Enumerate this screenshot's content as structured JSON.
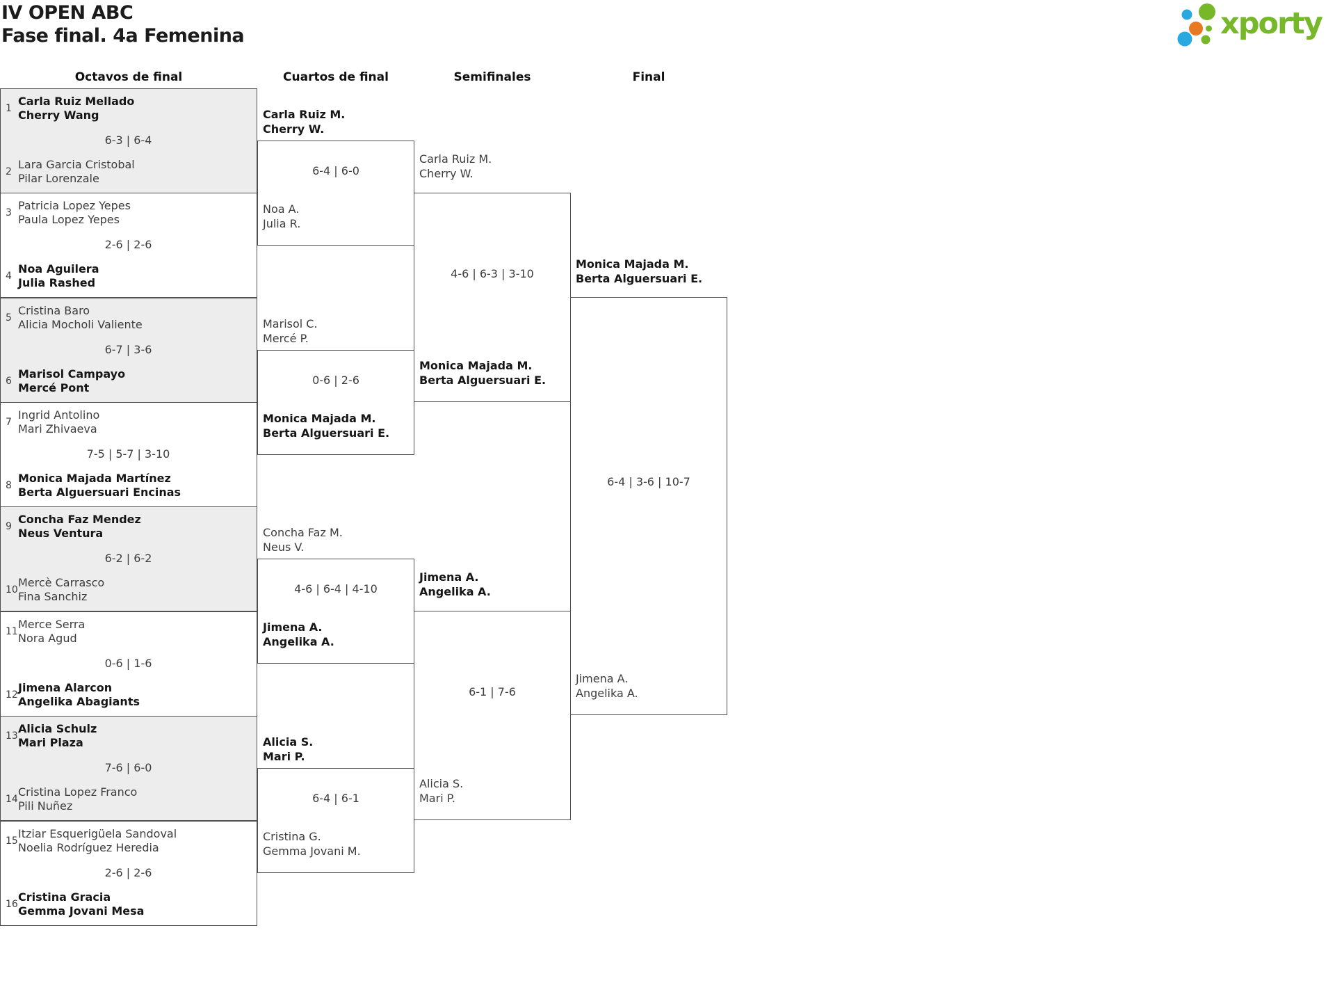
{
  "header": {
    "title": "IV OPEN ABC",
    "subtitle": "Fase final. 4a Femenina"
  },
  "logo": {
    "text": "xporty",
    "green": "#76b82a",
    "blue": "#2aa9e0",
    "orange": "#e87821"
  },
  "rounds": {
    "octavos": "Octavos de final",
    "cuartos": "Cuartos de final",
    "semis": "Semifinales",
    "final": "Final"
  },
  "octavos": [
    {
      "top": {
        "seed": "1",
        "players": [
          "Carla Ruiz Mellado",
          "Cherry Wang"
        ],
        "winner": true
      },
      "score": "6-3 | 6-4",
      "bottom": {
        "seed": "2",
        "players": [
          "Lara Garcia Cristobal",
          "Pilar Lorenzale"
        ],
        "winner": false
      }
    },
    {
      "top": {
        "seed": "3",
        "players": [
          "Patricia Lopez Yepes",
          "Paula Lopez Yepes"
        ],
        "winner": false
      },
      "score": "2-6 | 2-6",
      "bottom": {
        "seed": "4",
        "players": [
          "Noa Aguilera",
          "Julia Rashed"
        ],
        "winner": true
      }
    },
    {
      "top": {
        "seed": "5",
        "players": [
          "Cristina Baro",
          "Alicia Mocholi Valiente"
        ],
        "winner": false
      },
      "score": "6-7 | 3-6",
      "bottom": {
        "seed": "6",
        "players": [
          "Marisol Campayo",
          "Mercé Pont"
        ],
        "winner": true
      }
    },
    {
      "top": {
        "seed": "7",
        "players": [
          "Ingrid Antolino",
          "Mari Zhivaeva"
        ],
        "winner": false
      },
      "score": "7-5 | 5-7 | 3-10",
      "bottom": {
        "seed": "8",
        "players": [
          "Monica Majada Martínez",
          "Berta Alguersuari Encinas"
        ],
        "winner": true
      }
    },
    {
      "top": {
        "seed": "9",
        "players": [
          "Concha Faz Mendez",
          "Neus Ventura"
        ],
        "winner": true
      },
      "score": "6-2 | 6-2",
      "bottom": {
        "seed": "10",
        "players": [
          "Mercè Carrasco",
          "Fina Sanchiz"
        ],
        "winner": false
      }
    },
    {
      "top": {
        "seed": "11",
        "players": [
          "Merce Serra",
          "Nora Agud"
        ],
        "winner": false
      },
      "score": "0-6 | 1-6",
      "bottom": {
        "seed": "12",
        "players": [
          "Jimena Alarcon",
          "Angelika Abagiants"
        ],
        "winner": true
      }
    },
    {
      "top": {
        "seed": "13",
        "players": [
          "Alicia Schulz",
          "Mari Plaza"
        ],
        "winner": true
      },
      "score": "7-6 | 6-0",
      "bottom": {
        "seed": "14",
        "players": [
          "Cristina Lopez Franco",
          "Pili Nuñez"
        ],
        "winner": false
      }
    },
    {
      "top": {
        "seed": "15",
        "players": [
          "Itziar Esquerigüela Sandoval",
          "Noelia Rodríguez Heredia"
        ],
        "winner": false
      },
      "score": "2-6 | 2-6",
      "bottom": {
        "seed": "16",
        "players": [
          "Cristina Gracia",
          "Gemma Jovani Mesa"
        ],
        "winner": true
      }
    }
  ],
  "cuartos": [
    {
      "top": {
        "players": [
          "Carla Ruiz M.",
          "Cherry W."
        ],
        "winner": true
      },
      "score": "6-4 | 6-0",
      "bottom": {
        "players": [
          "Noa A.",
          "Julia R."
        ],
        "winner": false
      }
    },
    {
      "top": {
        "players": [
          "Marisol C.",
          "Mercé P."
        ],
        "winner": false
      },
      "score": "0-6 | 2-6",
      "bottom": {
        "players": [
          "Monica Majada M.",
          "Berta Alguersuari E."
        ],
        "winner": true
      }
    },
    {
      "top": {
        "players": [
          "Concha Faz M.",
          "Neus V."
        ],
        "winner": false
      },
      "score": "4-6 | 6-4 | 4-10",
      "bottom": {
        "players": [
          "Jimena A.",
          "Angelika A."
        ],
        "winner": true
      }
    },
    {
      "top": {
        "players": [
          "Alicia S.",
          "Mari P."
        ],
        "winner": true
      },
      "score": "6-4 | 6-1",
      "bottom": {
        "players": [
          "Cristina G.",
          "Gemma Jovani M."
        ],
        "winner": false
      }
    }
  ],
  "semifinales": [
    {
      "top": {
        "players": [
          "Carla Ruiz M.",
          "Cherry W."
        ],
        "winner": false
      },
      "score": "4-6 | 6-3 | 3-10",
      "bottom": {
        "players": [
          "Monica Majada M.",
          "Berta Alguersuari E."
        ],
        "winner": true
      }
    },
    {
      "top": {
        "players": [
          "Jimena A.",
          "Angelika A."
        ],
        "winner": true
      },
      "score": "6-1 | 7-6",
      "bottom": {
        "players": [
          "Alicia S.",
          "Mari P."
        ],
        "winner": false
      }
    }
  ],
  "final": {
    "top": {
      "players": [
        "Monica Majada M.",
        "Berta Alguersuari E."
      ],
      "winner": true
    },
    "score": "6-4 | 3-6 | 10-7",
    "bottom": {
      "players": [
        "Jimena A.",
        "Angelika A."
      ],
      "winner": false
    }
  }
}
